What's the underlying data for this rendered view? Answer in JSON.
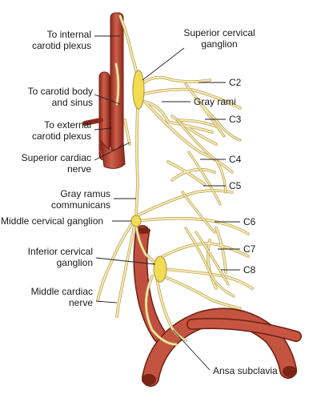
{
  "labels": {
    "to_internal_carotid": [
      "To internal",
      "carotid plexus"
    ],
    "to_carotid_body": [
      "To carotid body",
      "and sinus"
    ],
    "to_external_carotid": [
      "To external",
      "carotid plexus"
    ],
    "superior_cardiac_nerve": [
      "Superior cardiac",
      "nerve"
    ],
    "gray_ramus_communicans": [
      "Gray ramus",
      "communicans"
    ],
    "middle_cervical_ganglion": "Middle cervical ganglion",
    "inferior_cervical_ganglion": [
      "Inferior cervical",
      "ganglion"
    ],
    "middle_cardiac_nerve": [
      "Middle cardiac",
      "nerve"
    ],
    "superior_cervical_ganglion": [
      "Superior cervical",
      "ganglion"
    ],
    "gray_rami": "Gray rami",
    "c2": "C2",
    "c3": "C3",
    "c4": "C4",
    "c5": "C5",
    "c6": "C6",
    "c7": "C7",
    "c8": "C8",
    "ansa_subclavia": "Ansa subclavia"
  },
  "colors": {
    "nerve": "#f3e6a6",
    "nerve_outline": "#bfa75a",
    "ganglion": "#f2dc52",
    "artery": "#c24a3a",
    "artery_dark": "#7a2416",
    "leader": "#222222"
  }
}
